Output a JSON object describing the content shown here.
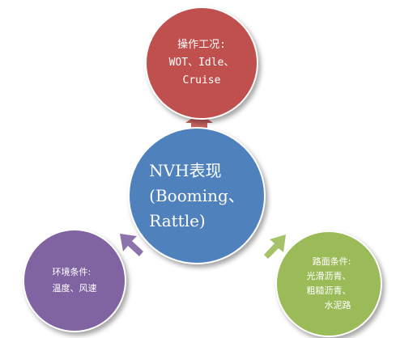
{
  "nodes": {
    "top": {
      "text": "操作工况:\nWOT、Idle、\nCruise",
      "color": "#c0504d"
    },
    "center": {
      "text": "NVH表现\n(Booming、\nRattle)",
      "color": "#4f81bd"
    },
    "left": {
      "text": "环境条件:\n温度、风速",
      "color": "#8064a2"
    },
    "right": {
      "text": "路面条件:\n光滑沥青、\n粗糙沥青、\n水泥路",
      "color": "#9bbb59"
    }
  },
  "colors": {
    "arrow_top": "#c0504d",
    "arrow_left": "#8064a2",
    "arrow_right": "#9bbb59"
  }
}
